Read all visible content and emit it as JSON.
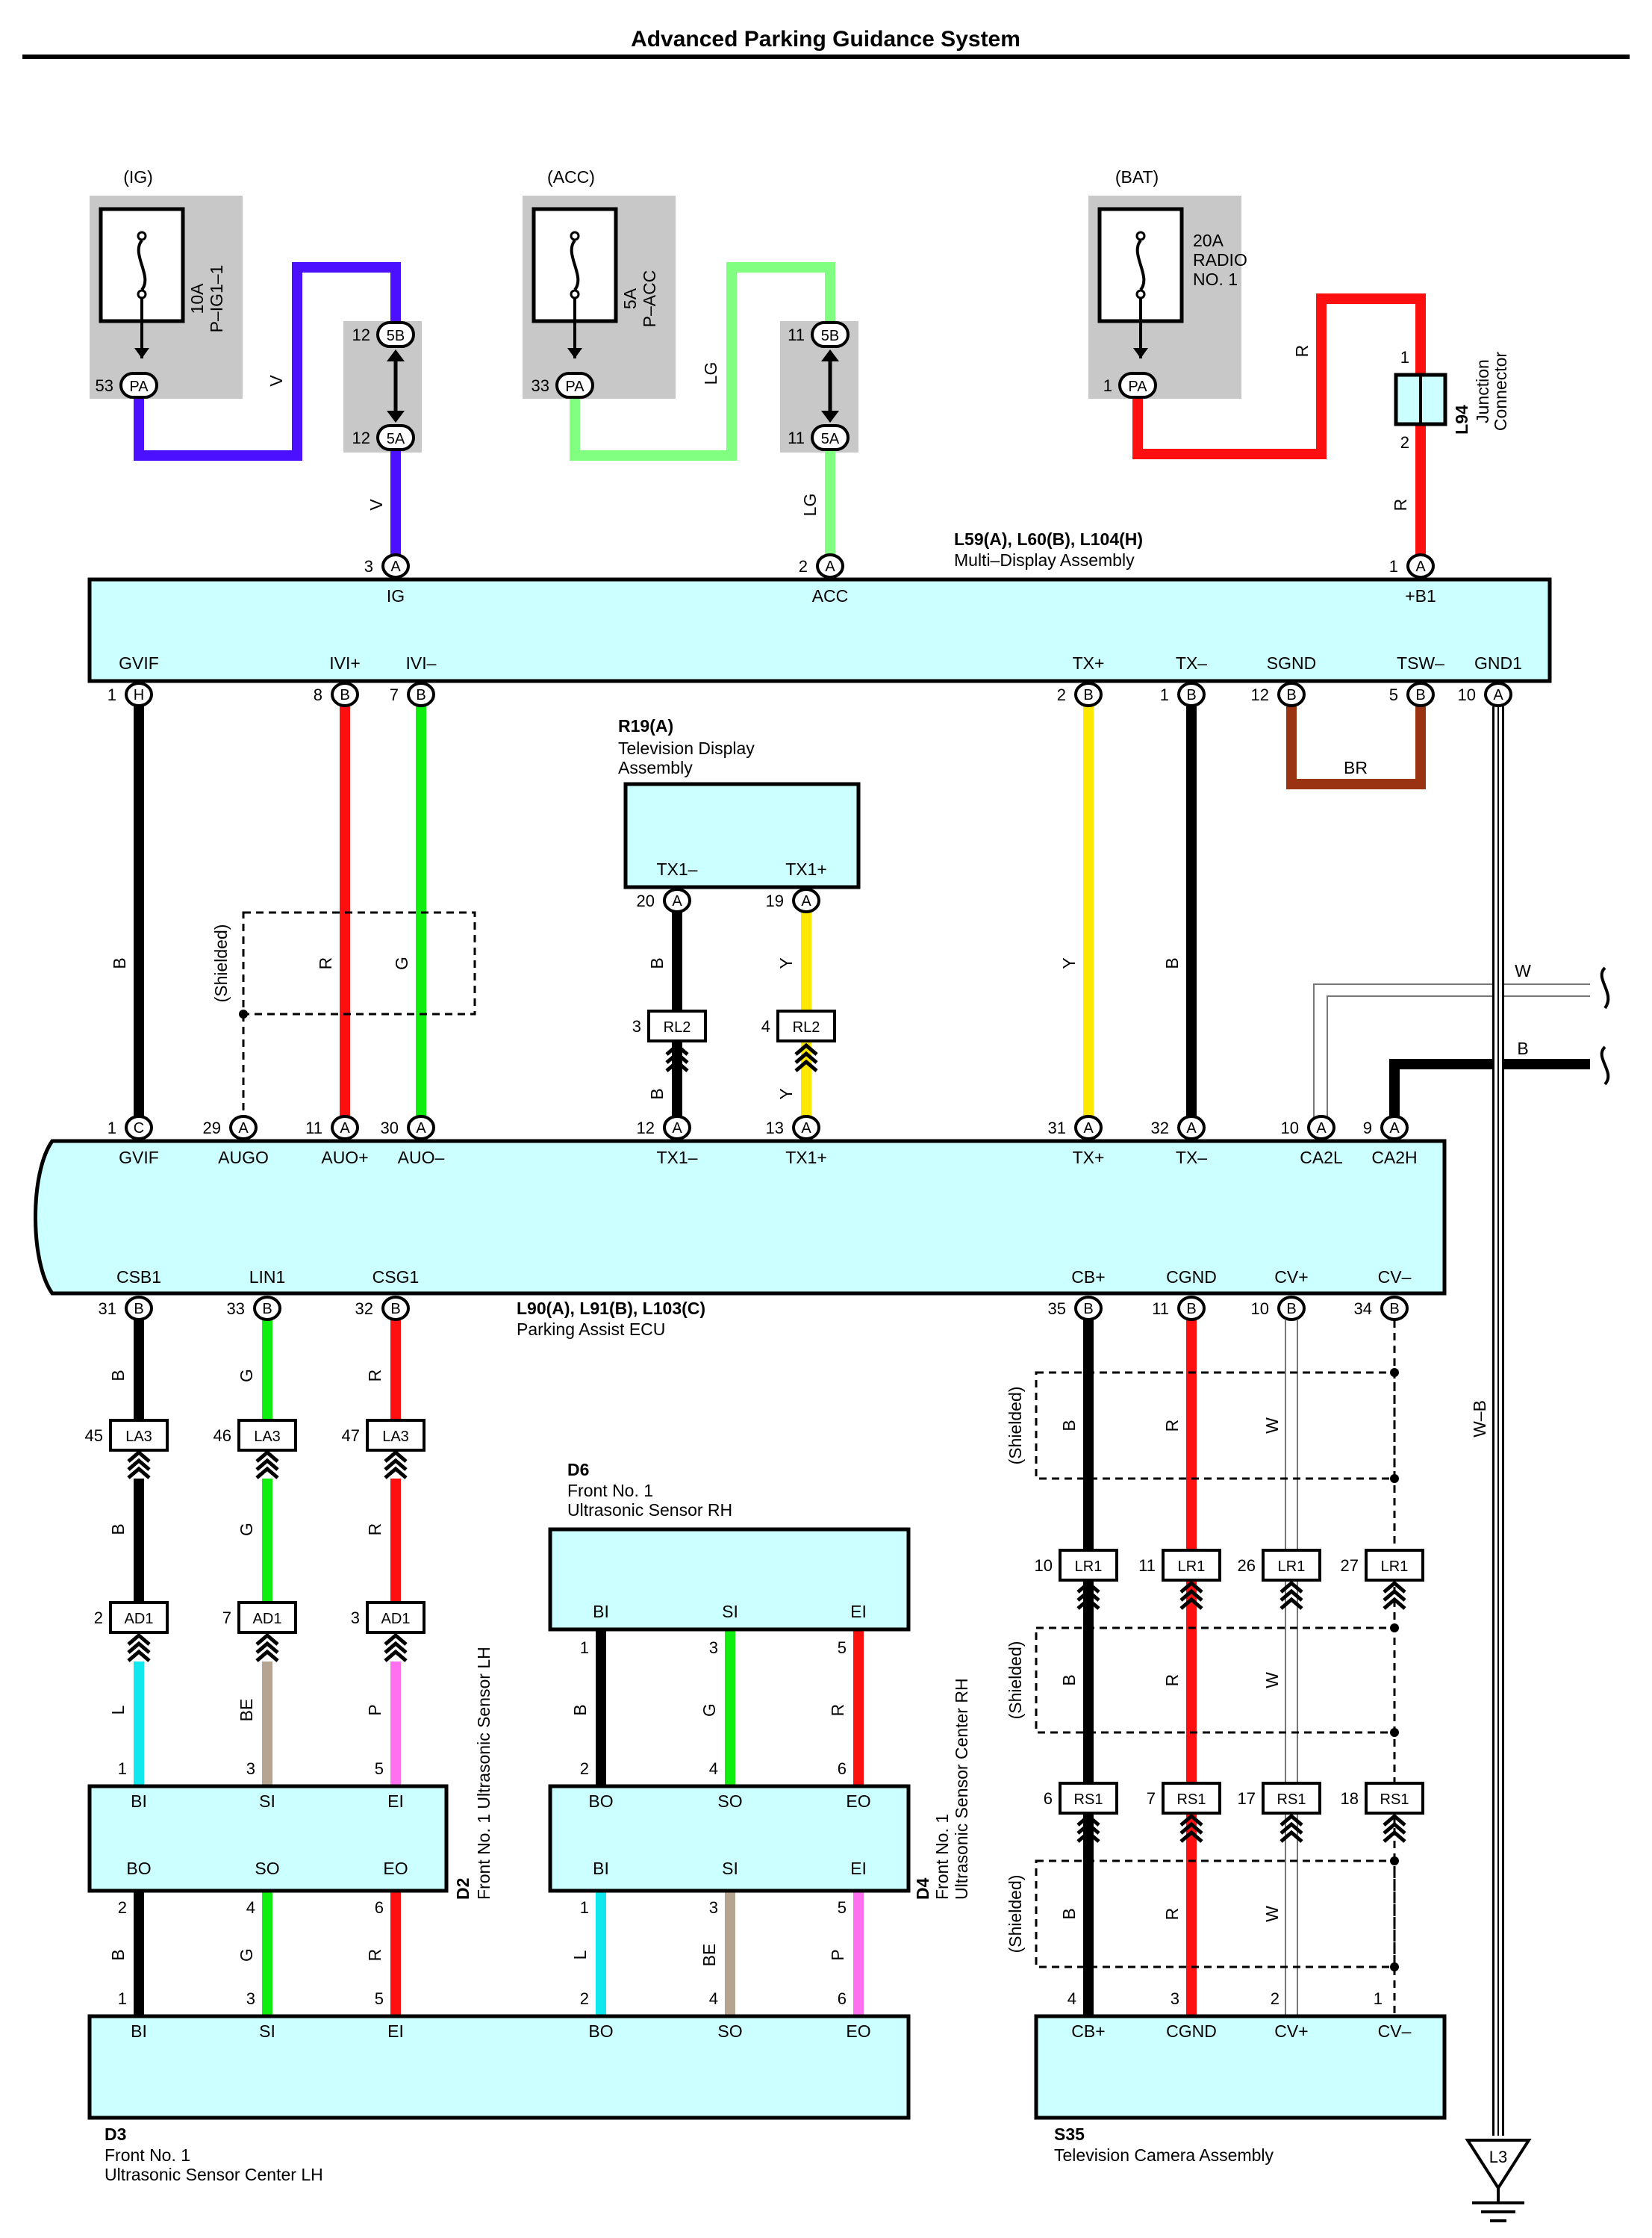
{
  "title": "Advanced Parking Guidance System",
  "colors": {
    "V": "#4b10ff",
    "LG": "#80ff80",
    "R": "#ff1010",
    "B": "#000000",
    "G": "#10ee10",
    "Y": "#ffe800",
    "BR": "#993311",
    "W": "#ffffff",
    "L": "#10e8ee",
    "BE": "#b5a590",
    "P": "#ff70ee",
    "box": "#ccffff",
    "fuse_bg": "#c8c8c8"
  },
  "fuses": [
    {
      "supply": "(IG)",
      "name": "10A\nP–IG1–1",
      "pin": "53",
      "conn": "PA"
    },
    {
      "supply": "(ACC)",
      "name": "5A\nP–ACC",
      "pin": "33",
      "conn": "PA"
    },
    {
      "supply": "(BAT)",
      "name": "20A\nRADIO\nNO. 1",
      "pin": "1",
      "conn": "PA"
    }
  ],
  "junctions": {
    "ig": {
      "top": {
        "pin": "12",
        "conn": "5B"
      },
      "bot": {
        "pin": "12",
        "conn": "5A"
      }
    },
    "acc": {
      "top": {
        "pin": "11",
        "conn": "5B"
      },
      "bot": {
        "pin": "11",
        "conn": "5A"
      }
    }
  },
  "l94": {
    "code": "L94",
    "name": "Junction\nConnector",
    "pin_top": "1",
    "pin_bot": "2"
  },
  "multi_display": {
    "code": "L59(A), L60(B), L104(H)",
    "name": "Multi–Display Assembly",
    "top_pins": [
      {
        "num": "3",
        "conn": "A",
        "label": "IG"
      },
      {
        "num": "2",
        "conn": "A",
        "label": "ACC"
      },
      {
        "num": "1",
        "conn": "A",
        "label": "+B1"
      }
    ],
    "bottom_pins": [
      {
        "num": "1",
        "conn": "H",
        "label": "GVIF"
      },
      {
        "num": "8",
        "conn": "B",
        "label": "IVI+"
      },
      {
        "num": "7",
        "conn": "B",
        "label": "IVI–"
      },
      {
        "num": "2",
        "conn": "B",
        "label": "TX+"
      },
      {
        "num": "1",
        "conn": "B",
        "label": "TX–"
      },
      {
        "num": "12",
        "conn": "B",
        "label": "SGND"
      },
      {
        "num": "5",
        "conn": "B",
        "label": "TSW–"
      },
      {
        "num": "10",
        "conn": "A",
        "label": "GND1"
      }
    ]
  },
  "tv_display": {
    "code": "R19(A)",
    "name": "Television Display\nAssembly",
    "pins": [
      {
        "num": "20",
        "conn": "A",
        "label": "TX1–"
      },
      {
        "num": "19",
        "conn": "A",
        "label": "TX1+"
      }
    ]
  },
  "rl2": [
    {
      "pin": "3",
      "conn": "RL2"
    },
    {
      "pin": "4",
      "conn": "RL2"
    }
  ],
  "parking_ecu": {
    "code": "L90(A), L91(B), L103(C)",
    "name": "Parking Assist ECU",
    "top_pins": [
      {
        "num": "1",
        "conn": "C",
        "label": "GVIF"
      },
      {
        "num": "29",
        "conn": "A",
        "label": "AUGO"
      },
      {
        "num": "11",
        "conn": "A",
        "label": "AUO+"
      },
      {
        "num": "30",
        "conn": "A",
        "label": "AUO–"
      },
      {
        "num": "12",
        "conn": "A",
        "label": "TX1–"
      },
      {
        "num": "13",
        "conn": "A",
        "label": "TX1+"
      },
      {
        "num": "31",
        "conn": "A",
        "label": "TX+"
      },
      {
        "num": "32",
        "conn": "A",
        "label": "TX–"
      },
      {
        "num": "10",
        "conn": "A",
        "label": "CA2L"
      },
      {
        "num": "9",
        "conn": "A",
        "label": "CA2H"
      }
    ],
    "bottom_pins": [
      {
        "num": "31",
        "conn": "B",
        "label": "CSB1"
      },
      {
        "num": "33",
        "conn": "B",
        "label": "LIN1"
      },
      {
        "num": "32",
        "conn": "B",
        "label": "CSG1"
      },
      {
        "num": "35",
        "conn": "B",
        "label": "CB+"
      },
      {
        "num": "11",
        "conn": "B",
        "label": "CGND"
      },
      {
        "num": "10",
        "conn": "B",
        "label": "CV+"
      },
      {
        "num": "34",
        "conn": "B",
        "label": "CV–"
      }
    ]
  },
  "la3": [
    {
      "pin": "45",
      "conn": "LA3"
    },
    {
      "pin": "46",
      "conn": "LA3"
    },
    {
      "pin": "47",
      "conn": "LA3"
    }
  ],
  "ad1": [
    {
      "pin": "2",
      "conn": "AD1"
    },
    {
      "pin": "7",
      "conn": "AD1"
    },
    {
      "pin": "3",
      "conn": "AD1"
    }
  ],
  "lr1": [
    {
      "pin": "10",
      "conn": "LR1"
    },
    {
      "pin": "11",
      "conn": "LR1"
    },
    {
      "pin": "26",
      "conn": "LR1"
    },
    {
      "pin": "27",
      "conn": "LR1"
    }
  ],
  "rs1": [
    {
      "pin": "6",
      "conn": "RS1"
    },
    {
      "pin": "7",
      "conn": "RS1"
    },
    {
      "pin": "17",
      "conn": "RS1"
    },
    {
      "pin": "18",
      "conn": "RS1"
    }
  ],
  "d6": {
    "code": "D6",
    "name": "Front No. 1\nUltrasonic Sensor RH",
    "pins": [
      {
        "num": "1",
        "label": "BI"
      },
      {
        "num": "3",
        "label": "SI"
      },
      {
        "num": "5",
        "label": "EI"
      }
    ]
  },
  "d2": {
    "code": "D2",
    "name": "Front No. 1 Ultrasonic Sensor LH",
    "top_pins": [
      {
        "num": "1",
        "label": "BI"
      },
      {
        "num": "3",
        "label": "SI"
      },
      {
        "num": "5",
        "label": "EI"
      }
    ],
    "bottom_pins": [
      {
        "num": "2",
        "label": "BO"
      },
      {
        "num": "4",
        "label": "SO"
      },
      {
        "num": "6",
        "label": "EO"
      }
    ]
  },
  "d4": {
    "code": "D4",
    "name": "Front No. 1\nUltrasonic Sensor Center RH",
    "top_pins": [
      {
        "num": "2",
        "label": "BO"
      },
      {
        "num": "4",
        "label": "SO"
      },
      {
        "num": "6",
        "label": "EO"
      }
    ],
    "bottom_pins": [
      {
        "num": "1",
        "label": "BI"
      },
      {
        "num": "3",
        "label": "SI"
      },
      {
        "num": "5",
        "label": "EI"
      }
    ]
  },
  "d3": {
    "code": "D3",
    "name": "Front No. 1\nUltrasonic Sensor Center LH",
    "pins": [
      {
        "num": "1",
        "label": "BI"
      },
      {
        "num": "3",
        "label": "SI"
      },
      {
        "num": "5",
        "label": "EI"
      },
      {
        "num": "2",
        "label": "BO"
      },
      {
        "num": "4",
        "label": "SO"
      },
      {
        "num": "6",
        "label": "EO"
      }
    ]
  },
  "s35": {
    "code": "S35",
    "name": "Television Camera Assembly",
    "pins": [
      {
        "num": "4",
        "label": "CB+"
      },
      {
        "num": "3",
        "label": "CGND"
      },
      {
        "num": "2",
        "label": "CV+"
      },
      {
        "num": "1",
        "label": "CV–"
      }
    ]
  },
  "ground": {
    "code": "L3"
  },
  "wire_colors": {
    "ig1": "V",
    "ig2": "V",
    "acc1": "LG",
    "acc2": "LG",
    "bat1": "R",
    "bat2": "R",
    "gvif": "B",
    "ivip": "R",
    "ivim": "G",
    "shield": "(Shielded)",
    "tx1m_top": "B",
    "tx1p_top": "Y",
    "tx1m_bot": "B",
    "tx1p_bot": "Y",
    "txp": "Y",
    "txm": "B",
    "sgnd": "BR",
    "ca2l": "W",
    "ca2h": "B",
    "gnd": "W–B",
    "csb1": "B",
    "lin1": "G",
    "csg1": "R",
    "csb1_b": "B",
    "lin1_b": "G",
    "csg1_b": "R",
    "d2_bi": "L",
    "d2_si": "BE",
    "d2_ei": "P",
    "d6_bi": "B",
    "d6_si": "G",
    "d6_ei": "R",
    "d2_bo": "B",
    "d2_so": "G",
    "d2_eo": "R",
    "d4_bi": "L",
    "d4_si": "BE",
    "d4_ei": "P",
    "cam_b": "B",
    "cam_r": "R",
    "cam_w": "W"
  }
}
